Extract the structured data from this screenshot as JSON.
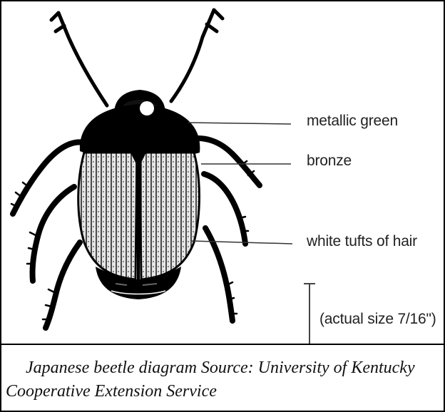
{
  "labels": {
    "metallic_green": "metallic green",
    "bronze": "bronze",
    "white_tufts": "white tufts of hair",
    "actual_size": "(actual size 7/16\")"
  },
  "caption": "Japanese beetle diagram Source: University of Kentucky Cooperative Extension Service",
  "colors": {
    "ink": "#000000",
    "background": "#ffffff"
  }
}
